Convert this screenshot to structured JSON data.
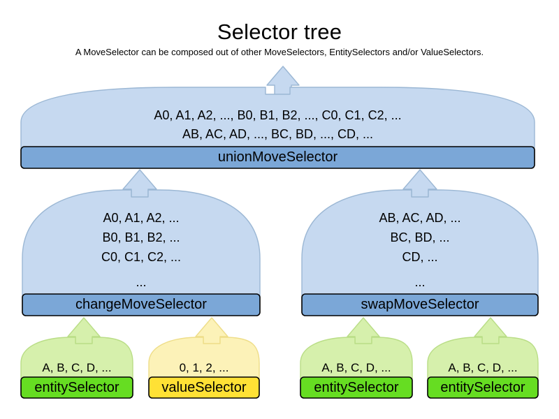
{
  "header": {
    "title": "Selector tree",
    "subtitle": "A MoveSelector can be composed out of other MoveSelectors, EntitySelectors and/or ValueSelectors."
  },
  "colors": {
    "move_balloon_fill": "#c6d9f0",
    "move_balloon_stroke": "#9bb7d4",
    "move_bar_fill": "#7ba7d7",
    "move_bar_stroke": "#000000",
    "entity_balloon_fill": "#d6f0ac",
    "entity_balloon_stroke": "#b9dd86",
    "entity_bar_fill": "#66dd22",
    "value_balloon_fill": "#fcf2b8",
    "value_balloon_stroke": "#eedd88",
    "value_bar_fill": "#ffe135",
    "background": "#ffffff",
    "text": "#000000"
  },
  "nodes": {
    "union": {
      "label": "unionMoveSelector",
      "lines": [
        "A0, A1, A2, ..., B0, B1, B2, ..., C0, C1, C2, ...",
        "AB, AC, AD, ..., BC, BD, ..., CD, ..."
      ]
    },
    "change": {
      "label": "changeMoveSelector",
      "lines": [
        "A0, A1, A2, ...",
        "B0, B1, B2, ...",
        "C0, C1, C2, ...",
        "..."
      ]
    },
    "swap": {
      "label": "swapMoveSelector",
      "lines": [
        "AB, AC, AD, ...",
        "BC, BD, ...",
        "CD, ...",
        "..."
      ]
    },
    "leaves": [
      {
        "label": "entitySelector",
        "line": "A, B, C, D, ...",
        "kind": "entity"
      },
      {
        "label": "valueSelector",
        "line": "0, 1, 2, ...",
        "kind": "value"
      },
      {
        "label": "entitySelector",
        "line": "A, B, C, D, ...",
        "kind": "entity"
      },
      {
        "label": "entitySelector",
        "line": "A, B, C, D, ...",
        "kind": "entity"
      }
    ]
  }
}
